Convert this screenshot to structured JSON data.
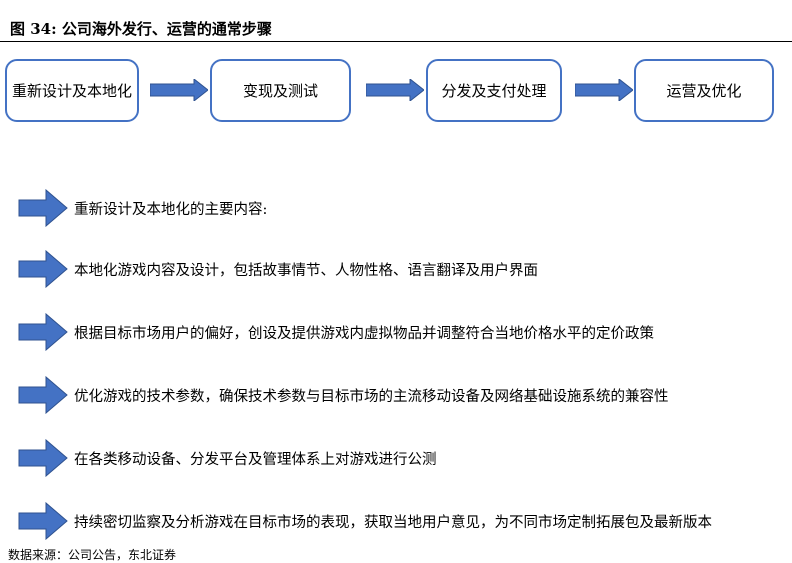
{
  "figure": {
    "title": "图 34:  公司海外发行、运营的通常步骤"
  },
  "steps": [
    {
      "label": "重新设计及本地化"
    },
    {
      "label": "变现及测试"
    },
    {
      "label": "分发及支付处理"
    },
    {
      "label": "运营及优化"
    }
  ],
  "bullets": [
    {
      "text": "重新设计及本地化的主要内容:"
    },
    {
      "text": "本地化游戏内容及设计，包括故事情节、人物性格、语言翻译及用户界面"
    },
    {
      "text": "根据目标市场用户的偏好，创设及提供游戏内虚拟物品并调整符合当地价格水平的定价政策"
    },
    {
      "text": "优化游戏的技术参数，确保技术参数与目标市场的主流移动设备及网络基础设施系统的兼容性"
    },
    {
      "text": "在各类移动设备、分发平台及管理体系上对游戏进行公测"
    },
    {
      "text": "持续密切监察及分析游戏在目标市场的表现，获取当地用户意见，为不同市场定制拓展包及最新版本"
    }
  ],
  "source": {
    "text": "数据来源：公司公告，东北证券"
  },
  "colors": {
    "arrow_fill": "#4472c4",
    "arrow_stroke": "#2f528f",
    "box_border": "#4472c4"
  }
}
